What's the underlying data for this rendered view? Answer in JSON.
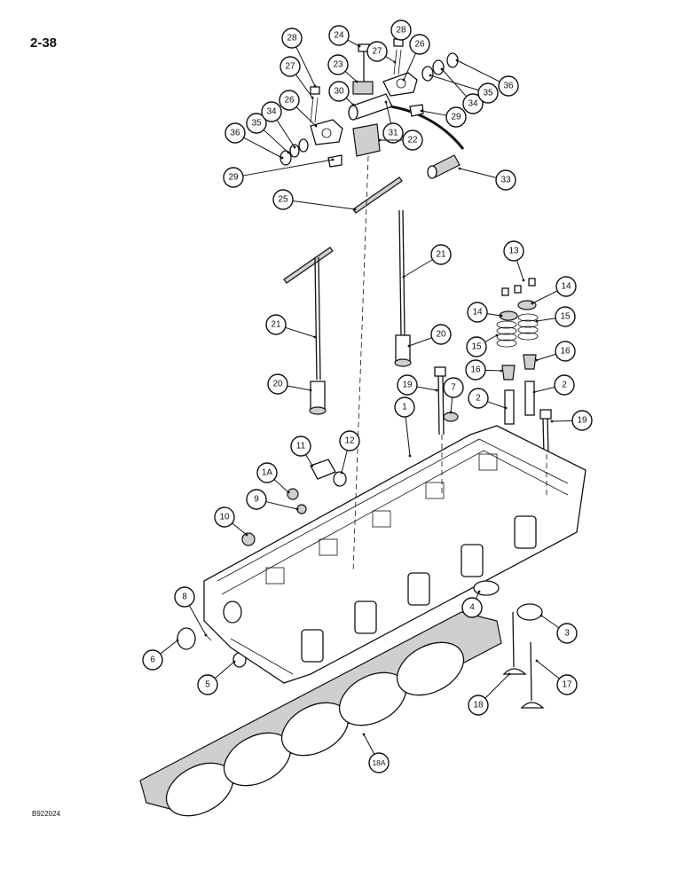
{
  "page_number": "2-38",
  "drawing_code": "B922024",
  "callouts": [
    {
      "label": "28"
    },
    {
      "label": "24"
    },
    {
      "label": "28"
    },
    {
      "label": "26"
    },
    {
      "label": "27"
    },
    {
      "label": "23"
    },
    {
      "label": "27"
    },
    {
      "label": "36"
    },
    {
      "label": "30"
    },
    {
      "label": "35"
    },
    {
      "label": "26"
    },
    {
      "label": "34"
    },
    {
      "label": "34"
    },
    {
      "label": "35"
    },
    {
      "label": "29"
    },
    {
      "label": "36"
    },
    {
      "label": "31"
    },
    {
      "label": "22"
    },
    {
      "label": "29"
    },
    {
      "label": "33"
    },
    {
      "label": "25"
    },
    {
      "label": "21"
    },
    {
      "label": "13"
    },
    {
      "label": "14"
    },
    {
      "label": "14"
    },
    {
      "label": "15"
    },
    {
      "label": "21"
    },
    {
      "label": "20"
    },
    {
      "label": "15"
    },
    {
      "label": "16"
    },
    {
      "label": "16"
    },
    {
      "label": "20"
    },
    {
      "label": "19"
    },
    {
      "label": "7"
    },
    {
      "label": "2"
    },
    {
      "label": "2"
    },
    {
      "label": "1"
    },
    {
      "label": "19"
    },
    {
      "label": "11"
    },
    {
      "label": "12"
    },
    {
      "label": "1A"
    },
    {
      "label": "9"
    },
    {
      "label": "10"
    },
    {
      "label": "8"
    },
    {
      "label": "4"
    },
    {
      "label": "3"
    },
    {
      "label": "6"
    },
    {
      "label": "5"
    },
    {
      "label": "17"
    },
    {
      "label": "18"
    },
    {
      "label": "18A"
    }
  ]
}
